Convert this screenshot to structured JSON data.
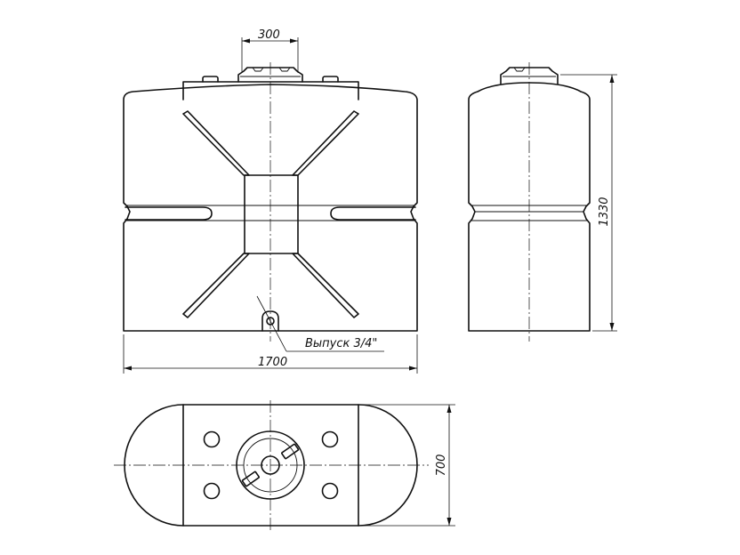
{
  "dimensions": {
    "top_neck_width": "300",
    "overall_width": "1700",
    "overall_height": "1330",
    "depth": "700"
  },
  "annotations": {
    "outlet": "Выпуск 3/4\""
  },
  "colors": {
    "line": "#111111",
    "background": "#ffffff"
  }
}
